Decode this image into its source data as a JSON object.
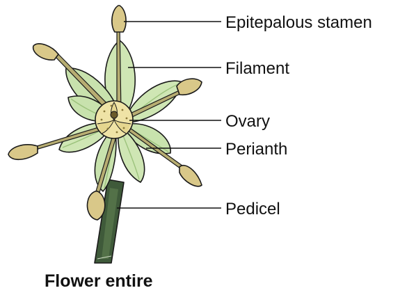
{
  "labels": {
    "epitepalous_stamen": "Epitepalous stamen",
    "filament": "Filament",
    "ovary": "Ovary",
    "perianth": "Perianth",
    "pedicel": "Pedicel"
  },
  "caption": "Flower entire",
  "colors": {
    "petal_fill": "#cfe6b4",
    "petal_vein": "#9cc27c",
    "anther_fill": "#d9c889",
    "ovary_fill": "#efe3a6",
    "stalk_fill": "#3f5a3a",
    "filament_fill": "#b7ad72",
    "line": "#111111"
  }
}
